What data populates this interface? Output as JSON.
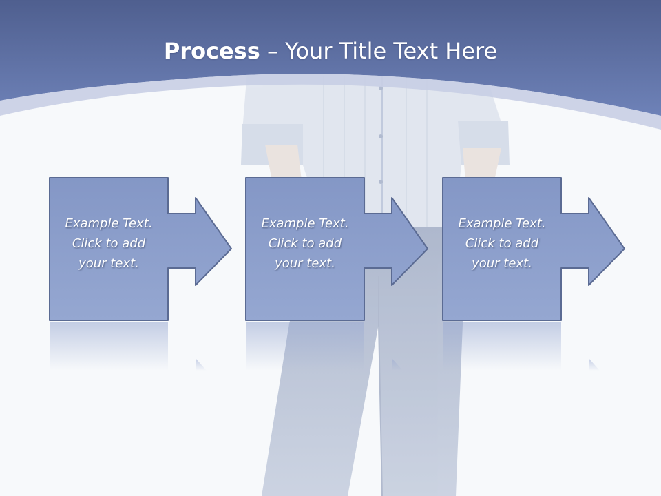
{
  "title": {
    "bold": "Process",
    "dash": " – ",
    "rest": "Your Title Text Here"
  },
  "steps": [
    {
      "lines": [
        "Example Text.",
        "Click  to add",
        "your text."
      ]
    },
    {
      "lines": [
        "Example Text.",
        "Click  to add",
        "your text."
      ]
    },
    {
      "lines": [
        "Example Text.",
        "Click  to add",
        "your text."
      ]
    }
  ],
  "colors": {
    "header": "#5f73a6",
    "shape_fill": "#8c9fcb",
    "shape_stroke": "#5b6b93",
    "text": "#ffffff"
  }
}
